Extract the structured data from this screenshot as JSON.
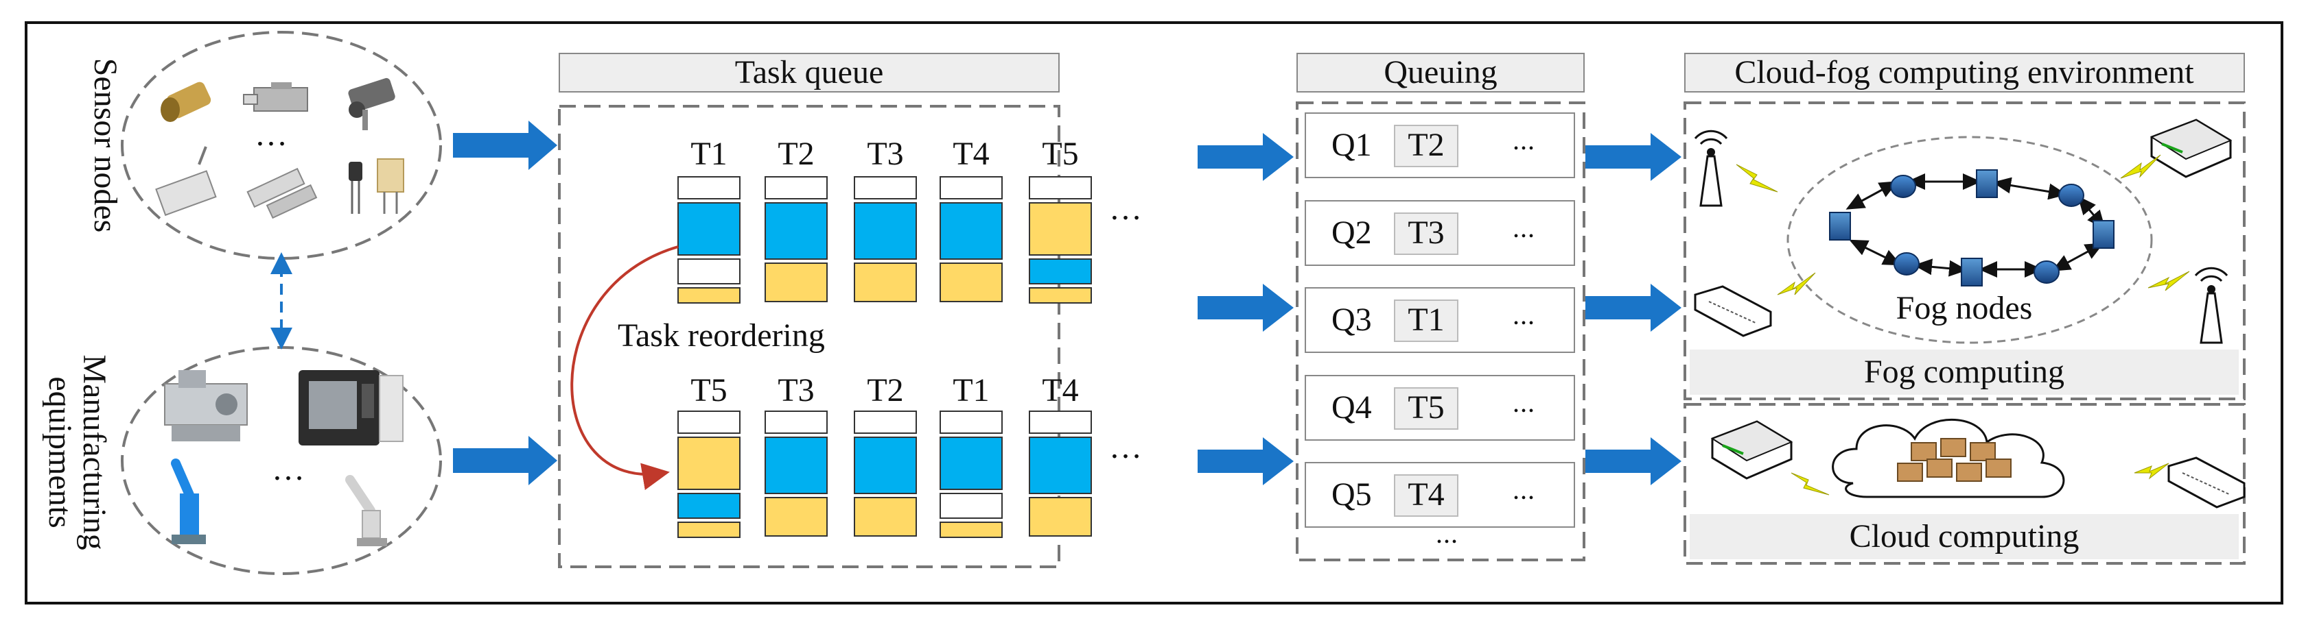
{
  "labels": {
    "sensor_nodes": "Sensor nodes",
    "manufacturing_equipments": [
      "Manufacturing",
      "equipments"
    ],
    "task_queue": "Task queue",
    "queuing": "Queuing",
    "cloud_fog_env": "Cloud-fog computing environment",
    "task_reordering": "Task reordering",
    "fog_nodes": "Fog nodes",
    "fog_computing": "Fog computing",
    "cloud_computing": "Cloud computing",
    "ellipsis": "…",
    "ellipsis_bold": "•••"
  },
  "tasks_top": [
    {
      "label": "T1",
      "segments": [
        "white",
        "blue",
        "white",
        "yellow"
      ]
    },
    {
      "label": "T2",
      "segments": [
        "white",
        "blue",
        "yellow"
      ]
    },
    {
      "label": "T3",
      "segments": [
        "white",
        "blue",
        "yellow"
      ]
    },
    {
      "label": "T4",
      "segments": [
        "white",
        "blue",
        "yellow"
      ]
    },
    {
      "label": "T5",
      "segments": [
        "white",
        "yellow",
        "blue",
        "yellow"
      ]
    }
  ],
  "tasks_bottom": [
    {
      "label": "T5",
      "segments": [
        "white",
        "yellow",
        "blue",
        "yellow"
      ]
    },
    {
      "label": "T3",
      "segments": [
        "white",
        "blue",
        "yellow"
      ]
    },
    {
      "label": "T2",
      "segments": [
        "white",
        "blue",
        "yellow"
      ]
    },
    {
      "label": "T1",
      "segments": [
        "white",
        "blue",
        "white",
        "yellow"
      ]
    },
    {
      "label": "T4",
      "segments": [
        "white",
        "blue",
        "yellow"
      ]
    }
  ],
  "queues": [
    {
      "name": "Q1",
      "task": "T2"
    },
    {
      "name": "Q2",
      "task": "T3"
    },
    {
      "name": "Q3",
      "task": "T1"
    },
    {
      "name": "Q4",
      "task": "T5"
    },
    {
      "name": "Q5",
      "task": "T4"
    }
  ],
  "colors": {
    "blue": "#00b0f0",
    "yellow": "#ffd966",
    "white": "#ffffff",
    "arrow": "#1a75c8",
    "reorder_arrow": "#c0392b",
    "header_fill": "#eeeeee",
    "link": "#e6e600",
    "fog_node": "#1f5fae"
  }
}
